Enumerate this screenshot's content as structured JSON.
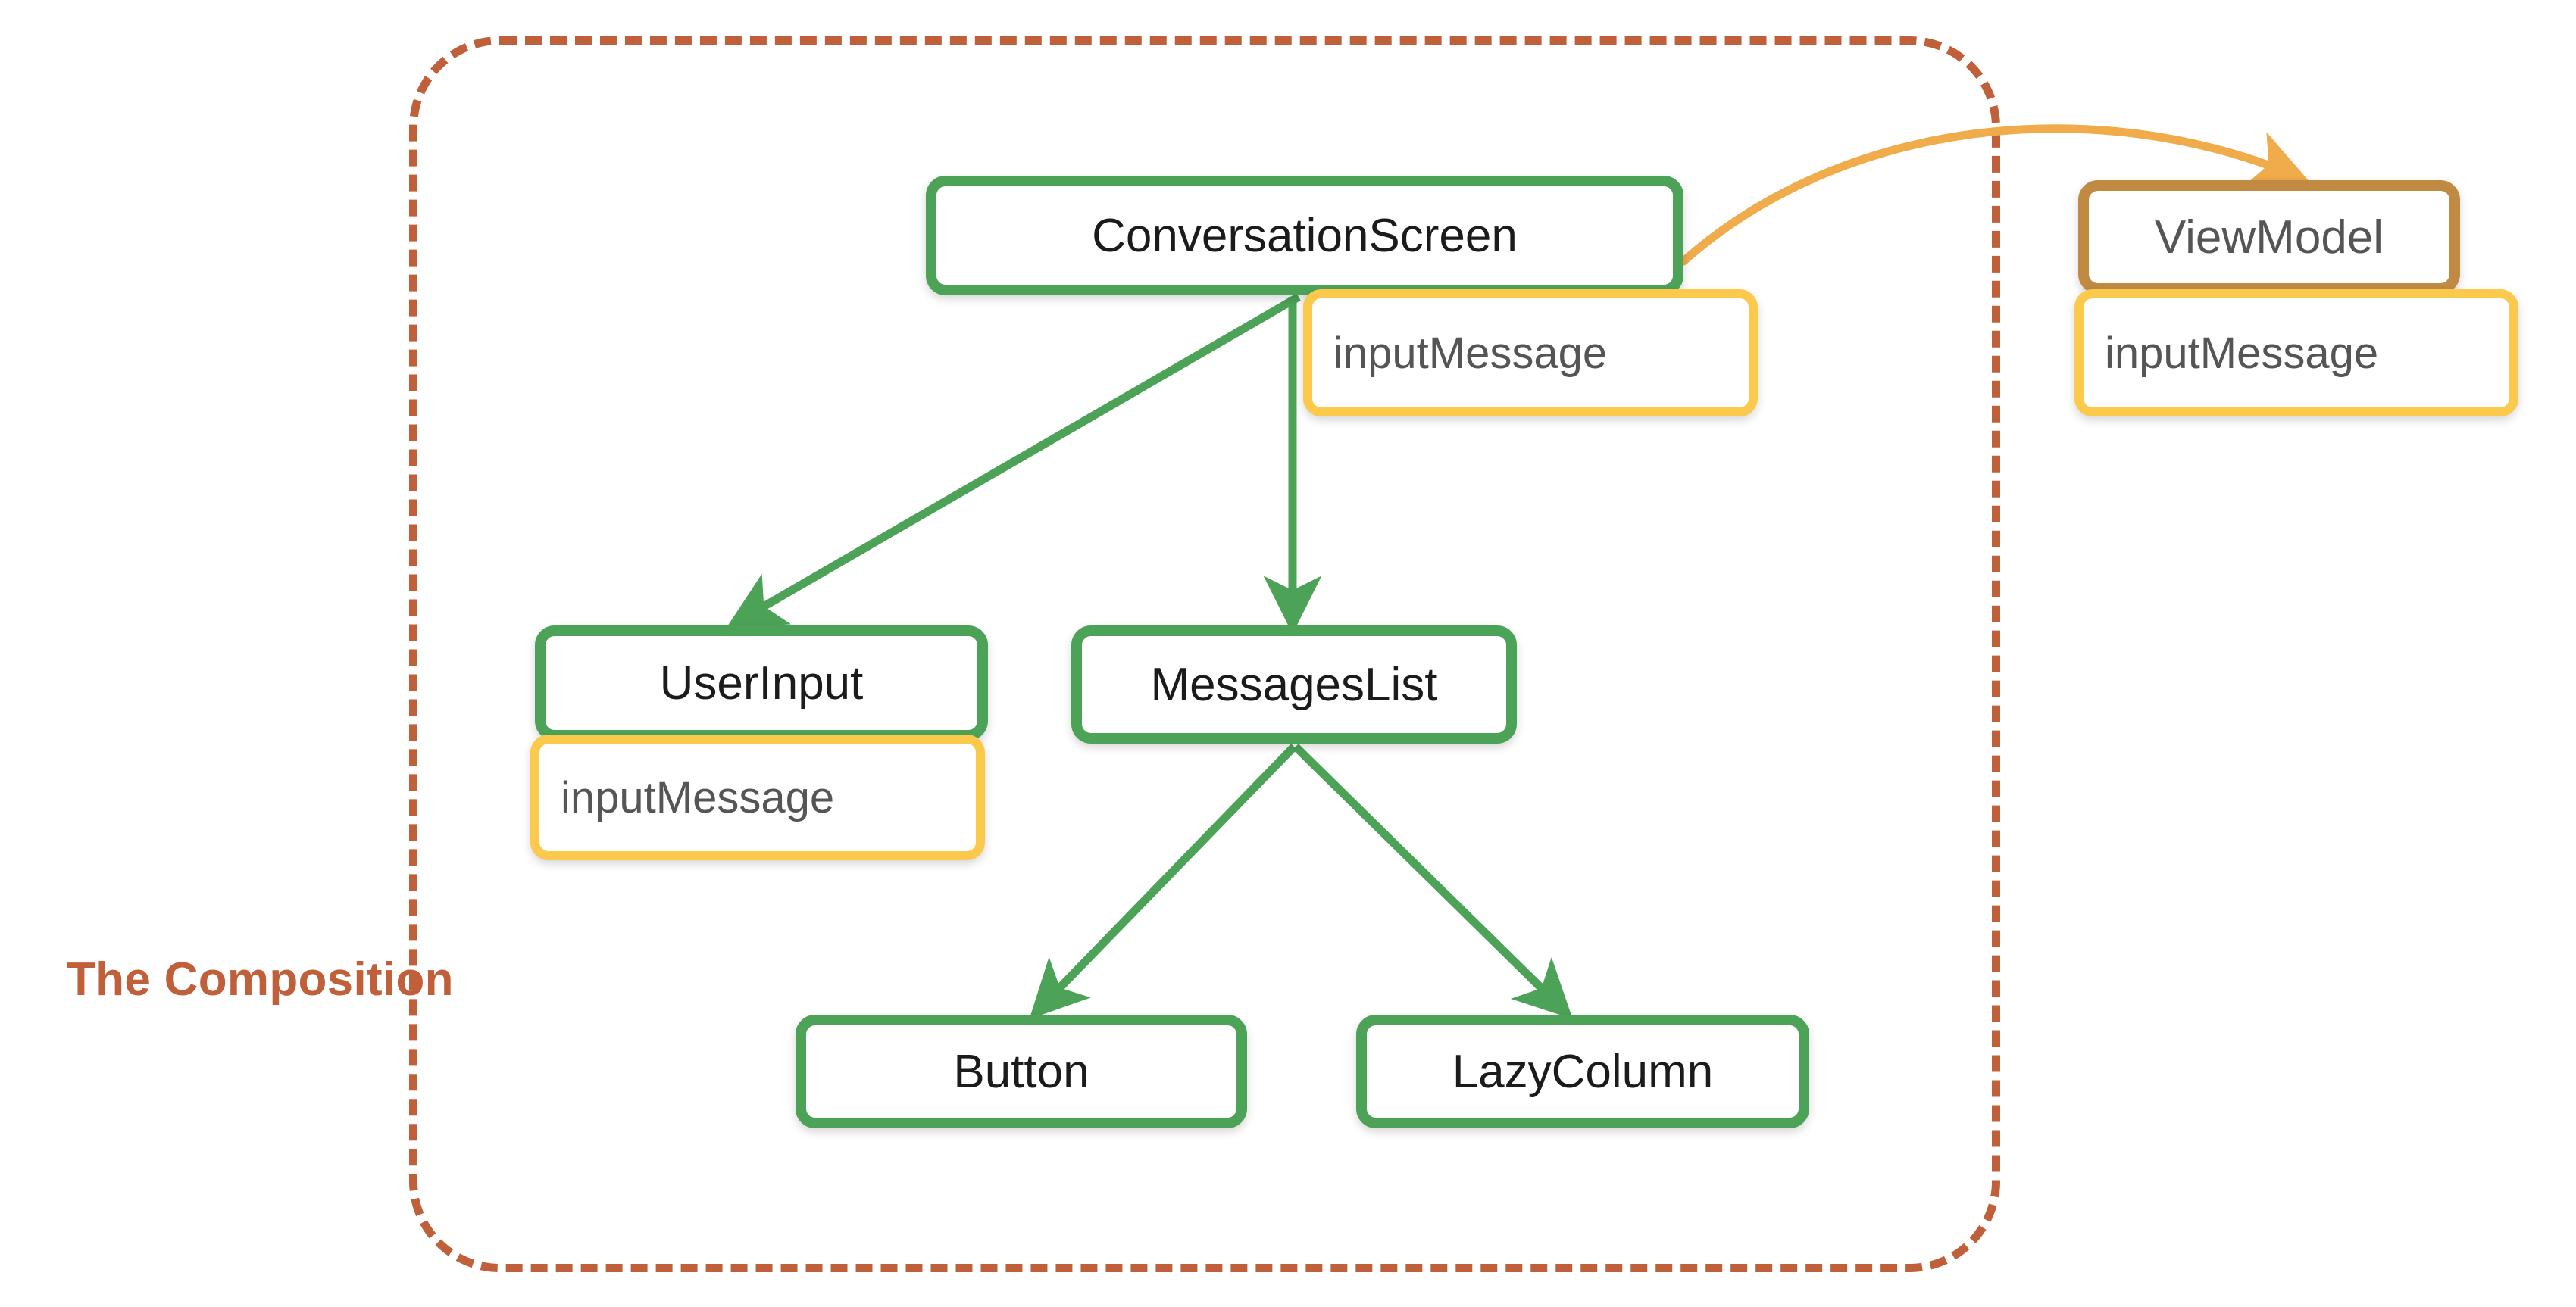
{
  "diagram": {
    "title": "Compose state hoisting diagram",
    "boundary": {
      "label": "The Composition",
      "style": "dashed",
      "color": "#C0603A"
    },
    "colors": {
      "composable_border": "#4CA357",
      "state_chip_border": "#FBC94C",
      "viewmodel_border": "#C08A42",
      "boundary": "#C0603A",
      "arrow_green": "#4CA357",
      "arrow_orange": "#F0AB4B",
      "node_text": "#1b1b1b",
      "chip_text": "#555555"
    },
    "nodes": [
      {
        "id": "conversationscreen",
        "label": "ConversationScreen",
        "kind": "composable"
      },
      {
        "id": "userinput",
        "label": "UserInput",
        "kind": "composable"
      },
      {
        "id": "messageslist",
        "label": "MessagesList",
        "kind": "composable"
      },
      {
        "id": "button",
        "label": "Button",
        "kind": "composable"
      },
      {
        "id": "lazycolumn",
        "label": "LazyColumn",
        "kind": "composable"
      },
      {
        "id": "viewmodel",
        "label": "ViewModel",
        "kind": "viewmodel"
      }
    ],
    "state_chips": [
      {
        "id": "chip-conversationscreen",
        "label": "inputMessage",
        "owner": "conversationscreen"
      },
      {
        "id": "chip-userinput",
        "label": "inputMessage",
        "owner": "userinput"
      },
      {
        "id": "chip-viewmodel",
        "label": "inputMessage",
        "owner": "viewmodel"
      }
    ],
    "edges": [
      {
        "id": "edge-conversationscreen-userinput",
        "from": "conversationscreen",
        "to": "userinput",
        "color": "#4CA357",
        "style": "straight"
      },
      {
        "id": "edge-conversationscreen-messageslist",
        "from": "conversationscreen",
        "to": "messageslist",
        "color": "#4CA357",
        "style": "straight"
      },
      {
        "id": "edge-messageslist-button",
        "from": "messageslist",
        "to": "button",
        "color": "#4CA357",
        "style": "straight"
      },
      {
        "id": "edge-messageslist-lazycolumn",
        "from": "messageslist",
        "to": "lazycolumn",
        "color": "#4CA357",
        "style": "straight"
      },
      {
        "id": "edge-conversationscreen-viewmodel",
        "from": "conversationscreen",
        "to": "viewmodel",
        "color": "#F0AB4B",
        "style": "curved"
      }
    ]
  }
}
